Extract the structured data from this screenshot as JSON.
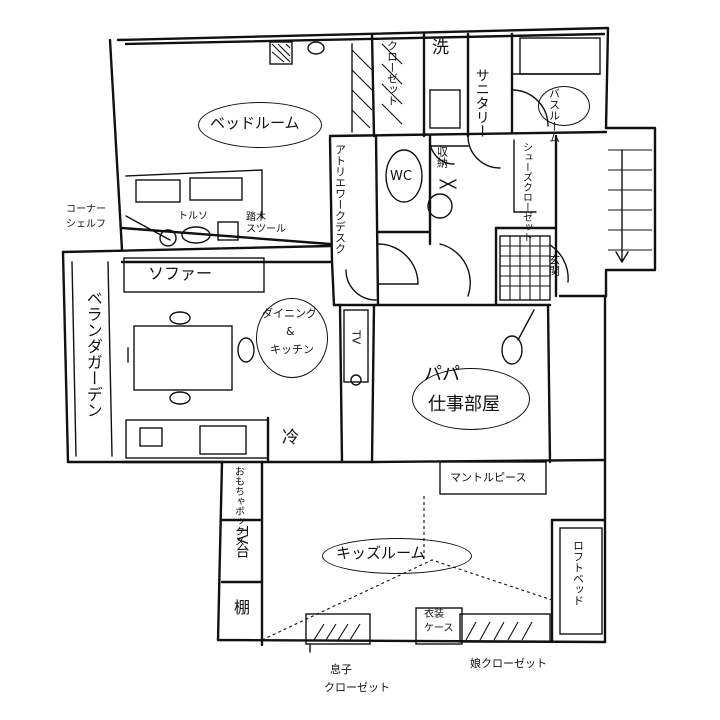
{
  "rooms": {
    "bedroom": "ベッドルーム",
    "dining_kitchen_line1": "ダイニング",
    "dining_kitchen_amp": "&",
    "dining_kitchen_line2": "キッチン",
    "papa_office_line1": "パパ",
    "papa_office_line2": "仕事部屋",
    "kids_room": "キッズルーム",
    "bathroom": "バスルーム",
    "sanitary": "サニタリー",
    "wc": "WC",
    "veranda_garden": "ベランダガーデン",
    "entrance": "玄関"
  },
  "fixtures": {
    "closet": "クローゼット",
    "wash": "洗",
    "storage": "収納",
    "shoes_closet": "シューズクローゼット",
    "atelier_desk": "アトリエワークデスク",
    "corner_shelf_line1": "コーナー",
    "corner_shelf_line2": "シェルフ",
    "torso": "トルソ",
    "stool_line1": "踏木",
    "stool_line2": "スツール",
    "sofa": "ソファー",
    "fridge": "冷",
    "tv": "TV",
    "mantelpiece": "マントルピース",
    "toy_box": "おもちゃボックス",
    "tv_stand": "TV台",
    "shelf": "棚",
    "clothes_case_line1": "衣装",
    "clothes_case_line2": "ケース",
    "son_closet_line1": "息子",
    "son_closet_line2": "クローゼット",
    "daughter_closet": "娘クローゼット",
    "loft_bed": "ロフトベッド"
  }
}
